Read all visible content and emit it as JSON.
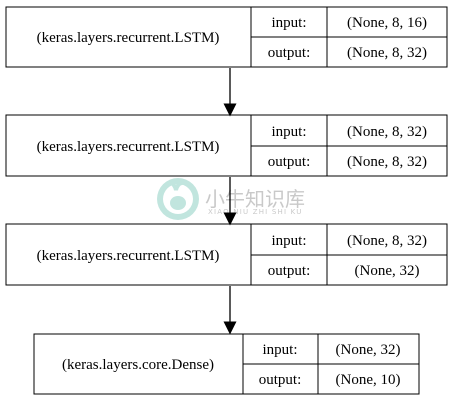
{
  "nodes": [
    {
      "layer": "(keras.layers.recurrent.LSTM)",
      "input_label": "input:",
      "output_label": "output:",
      "input_shape": "(None, 8, 16)",
      "output_shape": "(None, 8, 32)"
    },
    {
      "layer": "(keras.layers.recurrent.LSTM)",
      "input_label": "input:",
      "output_label": "output:",
      "input_shape": "(None, 8, 32)",
      "output_shape": "(None, 8, 32)"
    },
    {
      "layer": "(keras.layers.recurrent.LSTM)",
      "input_label": "input:",
      "output_label": "output:",
      "input_shape": "(None, 8, 32)",
      "output_shape": "(None, 32)"
    },
    {
      "layer": "(keras.layers.core.Dense)",
      "input_label": "input:",
      "output_label": "output:",
      "input_shape": "(None, 32)",
      "output_shape": "(None, 10)"
    }
  ],
  "watermark": {
    "title": "小牛知识库",
    "subtitle": "XIAO NIU ZHI SHI KU",
    "color": "#c9c9c9",
    "icon": "bull-logo-icon"
  }
}
